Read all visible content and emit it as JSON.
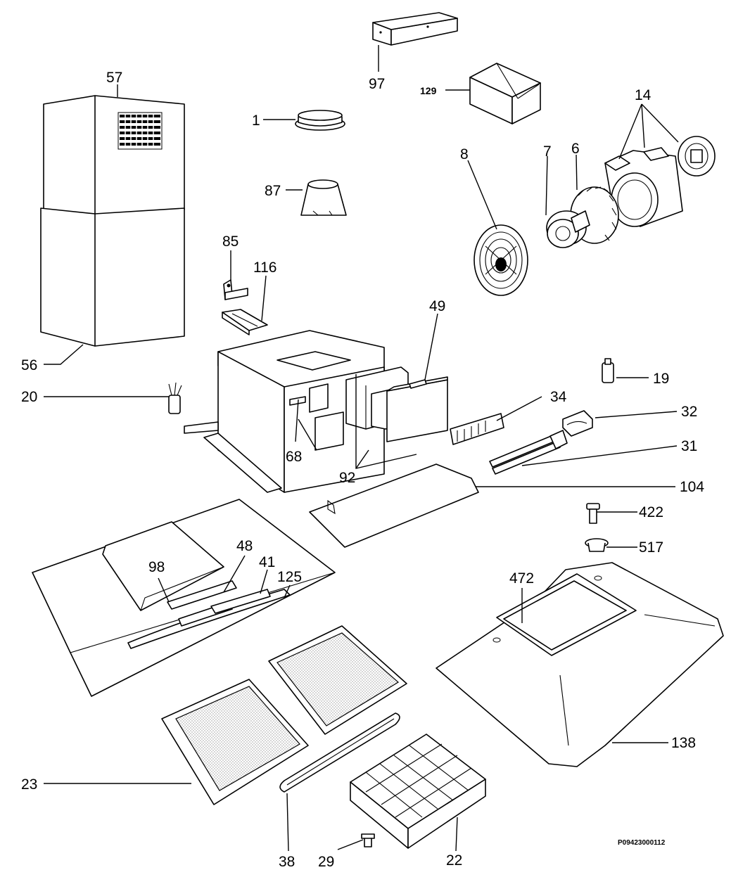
{
  "labels": {
    "p57": "57",
    "p56": "56",
    "p1": "1",
    "p87": "87",
    "p85": "85",
    "p116": "116",
    "p97": "97",
    "p129": "129",
    "p14": "14",
    "p8": "8",
    "p7": "7",
    "p6": "6",
    "p49": "49",
    "p19": "19",
    "p20": "20",
    "p34": "34",
    "p32": "32",
    "p31": "31",
    "p68": "68",
    "p92": "92",
    "p104": "104",
    "p422": "422",
    "p517": "517",
    "p98": "98",
    "p48": "48",
    "p41": "41",
    "p125": "125",
    "p472": "472",
    "p138": "138",
    "p23": "23",
    "p38": "38",
    "p29": "29",
    "p22": "22"
  },
  "drawing_code": "P09423000112",
  "colors": {
    "line": "#000000",
    "background": "#ffffff",
    "mesh": "#bdbdbd"
  }
}
